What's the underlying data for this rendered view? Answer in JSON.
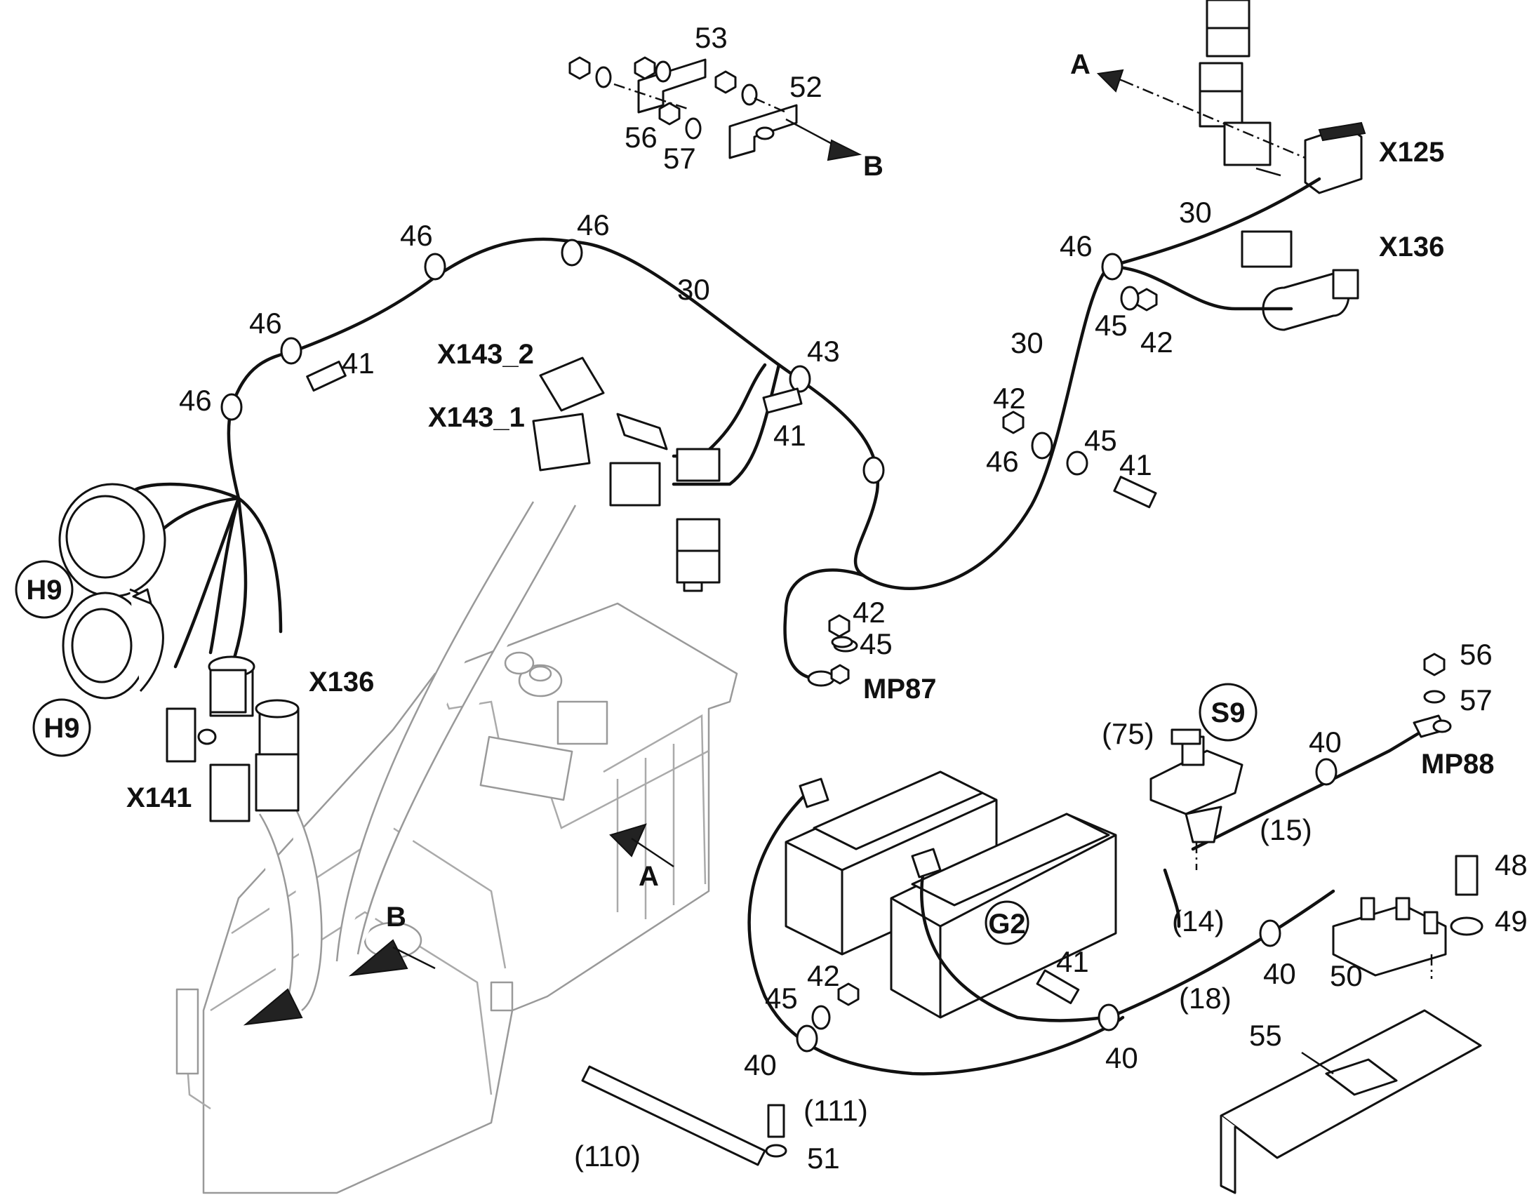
{
  "labels": {
    "l53": "53",
    "l52": "52",
    "l56a": "56",
    "l57a": "57",
    "l46a": "46",
    "l46b": "46",
    "l46c": "46",
    "l46d": "46",
    "l46e": "46",
    "l46f": "46",
    "l30a": "30",
    "l30b": "30",
    "l30c": "30",
    "l41a": "41",
    "l41b": "41",
    "l41c": "41",
    "l41d": "41",
    "l43": "43",
    "l42a": "42",
    "l42b": "42",
    "l42c": "42",
    "l42d": "42",
    "l45a": "45",
    "l45b": "45",
    "l45c": "45",
    "l45d": "45",
    "l40a": "40",
    "l40b": "40",
    "l40c": "40",
    "l40d": "40",
    "l56b": "56",
    "l57b": "57",
    "l48": "48",
    "l49": "49",
    "l50": "50",
    "l55": "55",
    "l51": "51",
    "l75": "(75)",
    "l15": "(15)",
    "l14": "(14)",
    "l18": "(18)",
    "l111": "(111)",
    "l110": "(110)",
    "arrowA": "A",
    "arrowB": "B",
    "arrowA2": "A",
    "arrowB2": "B"
  },
  "refs": {
    "x125": "X125",
    "x136a": "X136",
    "x136b": "X136",
    "x143_2": "X143_2",
    "x143_1": "X143_1",
    "x141": "X141",
    "mp87": "MP87",
    "mp88": "MP88"
  },
  "badges": {
    "h9a": "H9",
    "h9b": "H9",
    "s9": "S9",
    "g2": "G2"
  }
}
